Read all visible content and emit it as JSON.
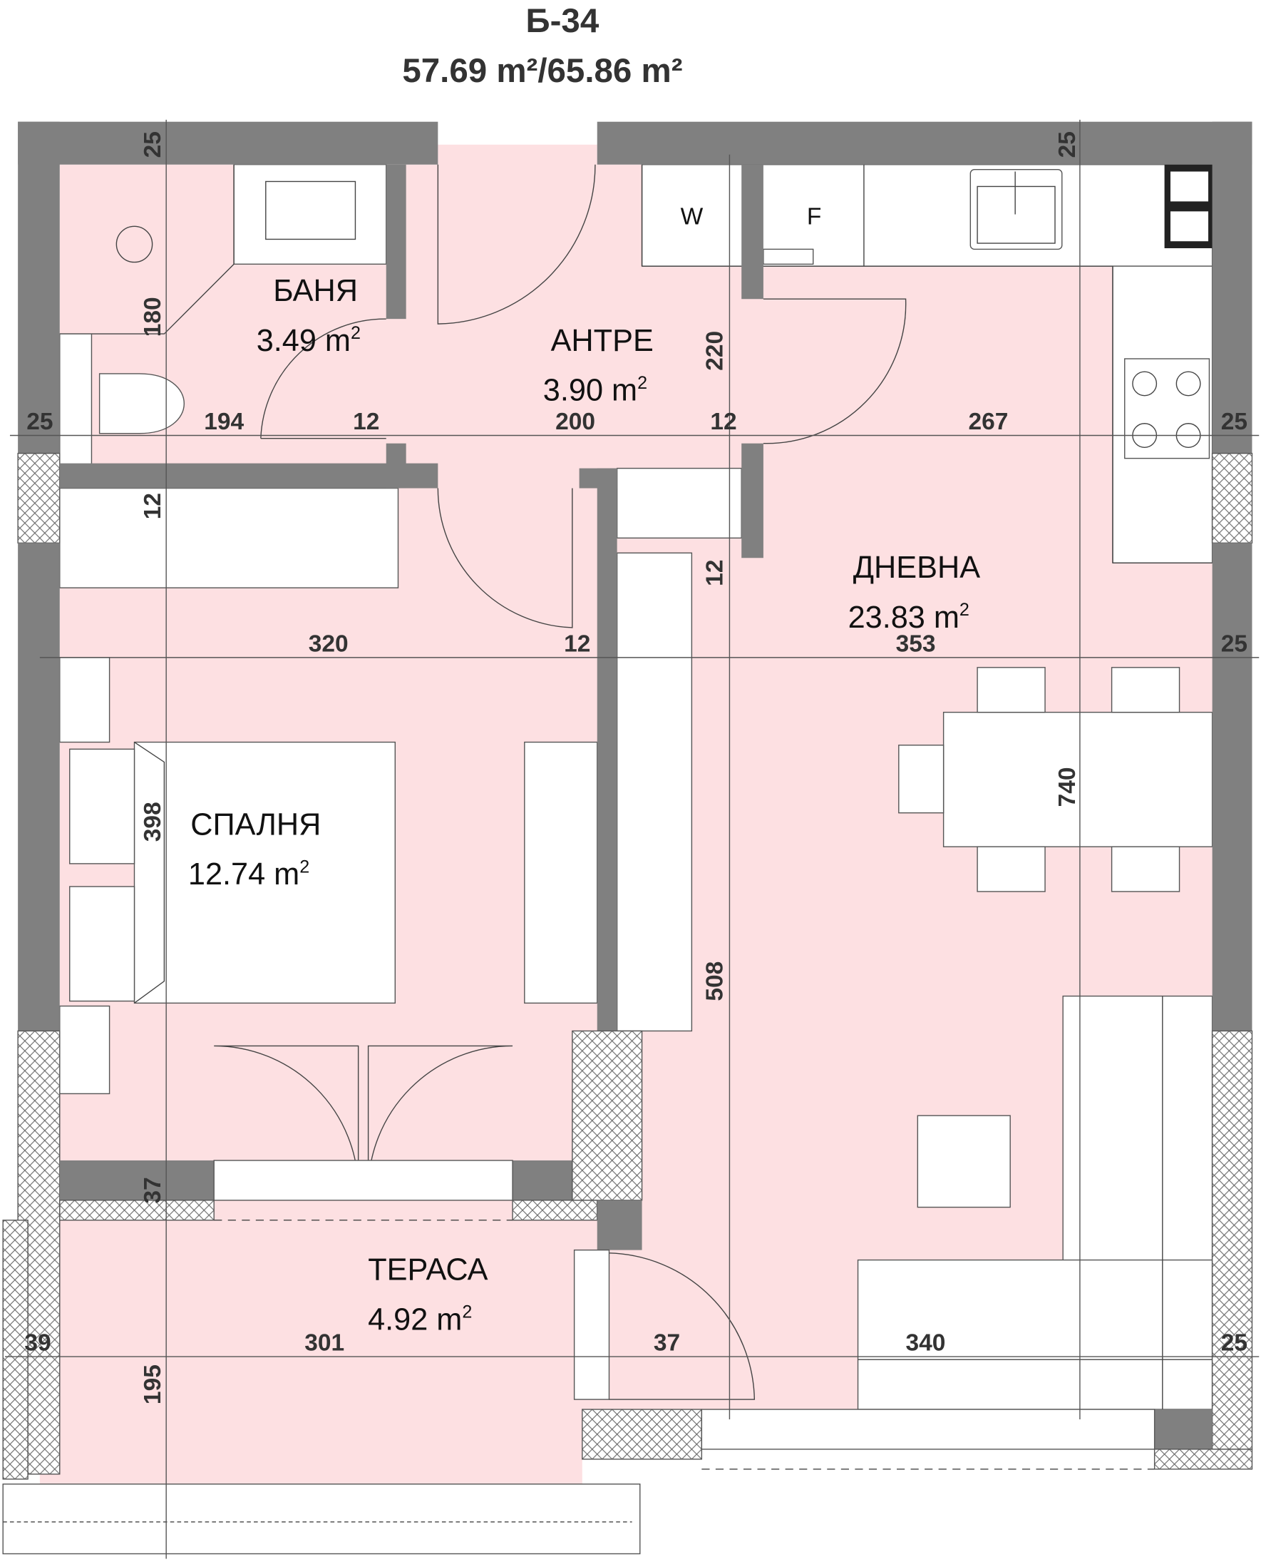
{
  "header": {
    "unit": "Б-34",
    "areas": "57.69 m²/65.86 m²"
  },
  "rooms": [
    {
      "name": "БАНЯ",
      "area": "3.49 m",
      "sup": "2"
    },
    {
      "name": "АНТРЕ",
      "area": "3.90 m",
      "sup": "2"
    },
    {
      "name": "ДНЕВНА",
      "area": "23.83 m",
      "sup": "2"
    },
    {
      "name": "СПАЛНЯ",
      "area": "12.74 m",
      "sup": "2"
    },
    {
      "name": "ТЕРАСА",
      "area": "4.92 m",
      "sup": "2"
    }
  ],
  "appliances": {
    "washer": "W",
    "fridge": "F"
  },
  "dimensions": {
    "row1": [
      "25",
      "194",
      "12",
      "200",
      "12",
      "267",
      "25"
    ],
    "row2": [
      "320",
      "12",
      "353",
      "25"
    ],
    "row3": [
      "39",
      "301",
      "37",
      "340",
      "25"
    ],
    "vertical": [
      "25",
      "25",
      "180",
      "220",
      "12",
      "12",
      "398",
      "740",
      "508",
      "37",
      "195"
    ]
  },
  "colors": {
    "wall": "#808080",
    "floor": "#fde0e2"
  }
}
